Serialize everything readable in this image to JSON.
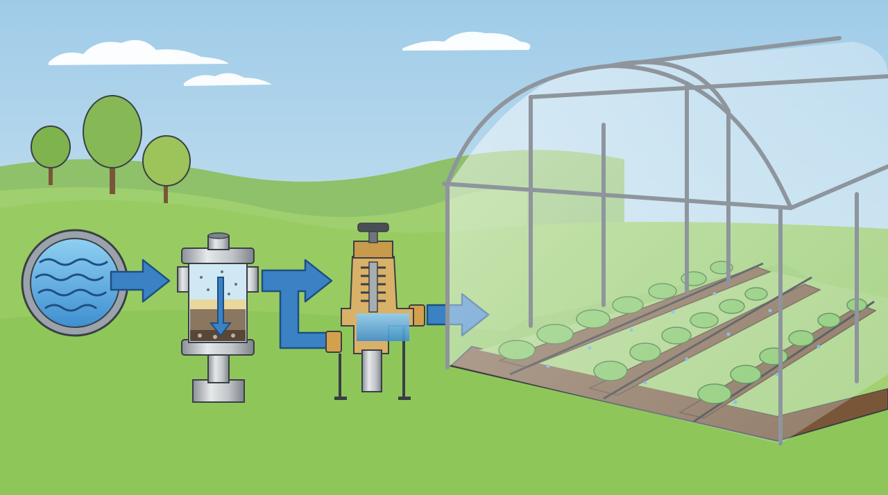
{
  "colors": {
    "sky_top": "#9fcbe8",
    "sky_bottom": "#e2f1f4",
    "hill_far": "#8fc06a",
    "hill_mid": "#9fcf6e",
    "grass": "#98cc62",
    "grass_light": "#a8d873",
    "arrow": "#3b82c4",
    "arrow_stroke": "#1e4f82",
    "water": "#5aa9df",
    "metal": "#c9ccd0",
    "metal_dark": "#7d838a",
    "brass": "#d3a04e",
    "soil": "#7a5638",
    "plant": "#4f9a3a",
    "plant_light": "#7cc455",
    "outline": "#3a3f44"
  },
  "icons": [
    "water-source-icon",
    "sediment-filter-icon",
    "pressure-regulator-icon",
    "greenhouse-icon",
    "drip-line-icon"
  ],
  "flow": [
    "water-source",
    "filter",
    "pressure-regulator",
    "greenhouse-drip-irrigation"
  ]
}
